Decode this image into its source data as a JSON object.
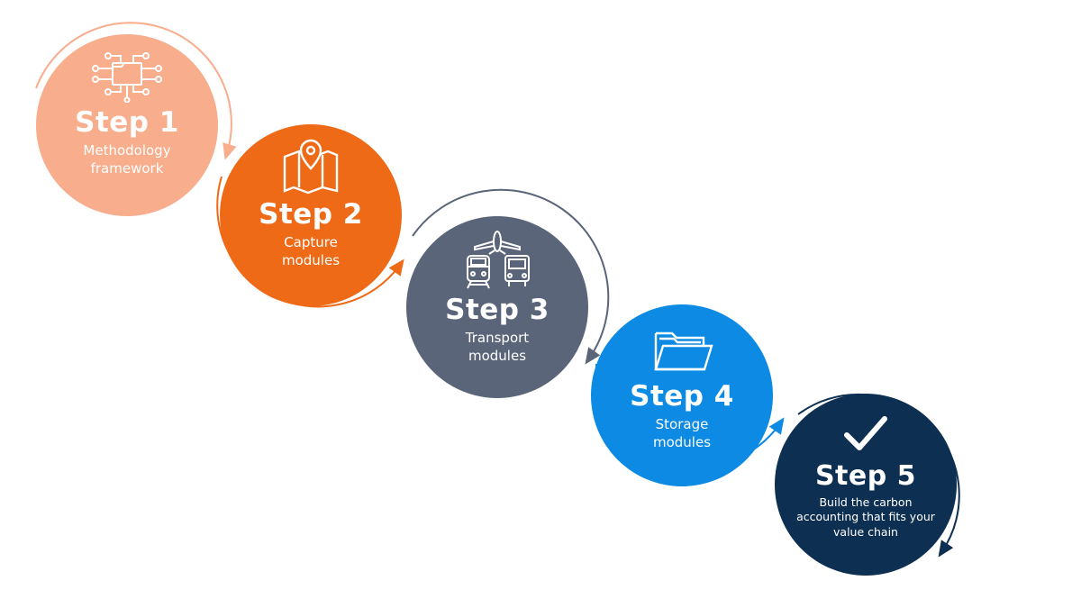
{
  "steps": [
    {
      "title": "Step 1",
      "description": "Methodology framework",
      "icon": "folder-network-icon",
      "color": "#f8ad8c"
    },
    {
      "title": "Step 2",
      "description": "Capture modules",
      "icon": "map-pin-icon",
      "color": "#ee6a17"
    },
    {
      "title": "Step 3",
      "description": "Transport modules",
      "icon": "transport-icon",
      "color": "#5a6579"
    },
    {
      "title": "Step 4",
      "description": "Storage modules",
      "icon": "folders-icon",
      "color": "#0d8ae3"
    },
    {
      "title": "Step 5",
      "description": "Build the carbon accounting that fits your value chain",
      "icon": "checkmark-icon",
      "color": "#0d2f52"
    }
  ]
}
